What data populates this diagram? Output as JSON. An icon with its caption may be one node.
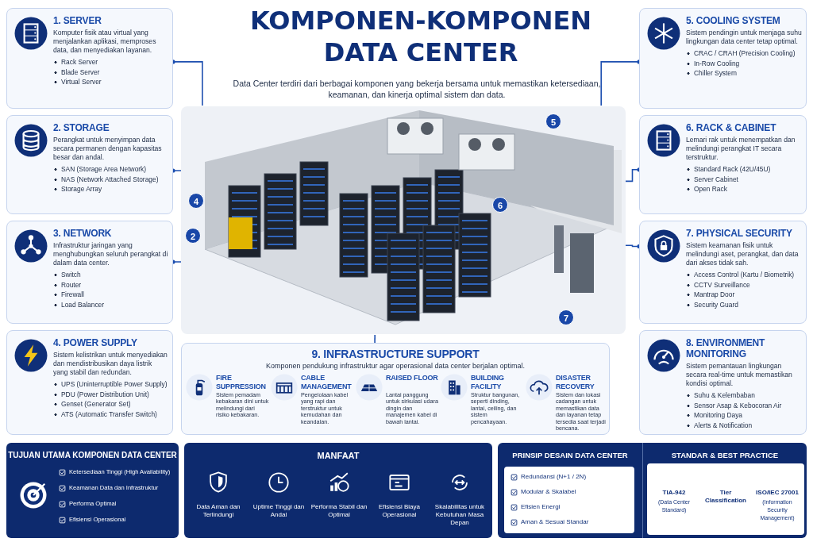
{
  "diagram": {
    "title": "KOMPONEN-KOMPONEN DATA CENTER",
    "nodes": [
      {
        "text": [
          "1. SERVER",
          "Komputer fisik atau virtual yang menjalankan aplikasi, memproses data, dan menyediakan layanan.",
          "Rack Server",
          "Blade Server",
          "Virtual Server"
        ]
      },
      {
        "text": [
          "2. STORAGE",
          "Perangkat untuk menyimpan data secara permanen dengan kapasitas besar dan andal.",
          "SAN (Storage Area Network)",
          "NAS (Network Attached Storage)",
          "Storage Array"
        ]
      },
      {
        "text": [
          "3. NETWORK",
          "Infrastruktur jaringan yang menghubungkan seluruh perangkat di dalam data center.",
          "Switch",
          "Router",
          "Firewall",
          "Load Balancer"
        ]
      },
      {
        "text": [
          "4. POWER SUPPLY",
          "Sistem kelistrikan untuk menyediakan dan mendistribusikan daya listrik yang stabil dan redundan.",
          "UPS (Uninterruptible Power Supply)",
          "PDU (Power Distribution Unit)",
          "Genset (Generator Set)",
          "ATS (Automatic Transfer Switch)"
        ]
      },
      {
        "text": [
          "5. COOLING SYSTEM",
          "Sistem pendingin untuk menjaga suhu lingkungan data center tetap optimal.",
          "CRAC / CRAH (Precision Cooling)",
          "In-Row Cooling",
          "Chiller System"
        ]
      },
      {
        "text": [
          "6. RACK & CABINET",
          "Lemari rak untuk menempatkan dan melindungi perangkat IT secara terstruktur.",
          "Standard Rack (42U/45U)",
          "Server Cabinet",
          "Open Rack"
        ]
      },
      {
        "text": [
          "7. PHYSICAL SECURITY",
          "Sistem keamanan fisik untuk melindungi aset, perangkat, dan data dari akses tidak sah.",
          "Access Control (Kartu / Biometrik)",
          "CCTV Surveillance",
          "Mantrap Door",
          "Security Guard"
        ]
      },
      {
        "text": [
          "8. ENVIRONMENT MONITORING",
          "Sistem pemantauan lingkungan secara real-time untuk memastikan kondisi optimal.",
          "Suhu & Kelembaban",
          "Sensor Asap & Kebocoran Air",
          "Monitoring Daya",
          "Alerts & Notification"
        ]
      },
      {
        "text": [
          "9. INFRASTRUCTURE SUPPORT",
          "Komponen pendukung infrastruktur agar operasional data center berjalan optimal."
        ]
      },
      {
        "text": [
          "FIRE SUPPRESSION",
          "Sistem pemadam kebakaran dini untuk melindungi dari risiko kebakaran."
        ],
        "in": 8
      },
      {
        "text": [
          "CABLE MANAGEMENT",
          "Pengelolaan kabel yang rapi dan terstruktur untuk kemudahan dan keandalan."
        ],
        "in": 8
      },
      {
        "text": [
          "RAISED FLOOR",
          "Lantai panggung untuk sirkulasi udara dingin dan manajemen kabel di bawah lantai."
        ],
        "in": 8
      },
      {
        "text": [
          "BUILDING FACILITY",
          "Struktur bangunan, seperti dinding, lantai, ceiling, dan sistem pencahayaan."
        ],
        "in": 8
      },
      {
        "text": [
          "DISASTER RECOVERY",
          "Sistem dan lokasi cadangan untuk memastikan data dan layanan tetap tersedia saat terjadi bencana."
        ],
        "in": 8
      },
      {
        "text": [],
        "shape": "picture"
      },
      {
        "text": [
          "4"
        ],
        "in": 14
      },
      {
        "text": [
          "2"
        ],
        "in": 14
      },
      {
        "text": [
          "5"
        ],
        "in": 14
      },
      {
        "text": [
          "6"
        ],
        "in": 14
      },
      {
        "text": [
          "7"
        ],
        "in": 14
      },
      {
        "text": [
          "TUJUAN UTAMA KOMPONEN DATA CENTER",
          "Ketersediaan Tinggi (High Availability)",
          "Keamanan Data dan Infrastruktur",
          "Performa Optimal",
          "Efisiensi Operasional"
        ]
      },
      {
        "text": [
          "MANFAAT"
        ]
      },
      {
        "text": [
          "Data Aman dan Terlindungi"
        ],
        "in": 21
      },
      {
        "text": [
          "Uptime Tinggi dan Andal"
        ],
        "in": 21
      },
      {
        "text": [
          "Performa Stabil dan Optimal"
        ],
        "in": 21
      },
      {
        "text": [
          "Efisiensi Biaya Operasional"
        ],
        "in": 21
      },
      {
        "text": [
          "Skalabilitas untuk Kebutuhan Masa Depan"
        ],
        "in": 21
      },
      {
        "text": [
          "PRINSIP DESAIN DATA CENTER",
          "Redundansi (N+1 / 2N)",
          "Modular & Skalabel",
          "Efisien Energi",
          "Aman & Sesuai Standar"
        ]
      },
      {
        "text": [
          "STANDAR & BEST PRACTICE"
        ]
      },
      {
        "text": [
          "TIA-942",
          "(Data Center Standard)"
        ],
        "in": 28
      },
      {
        "text": [
          "Tier Classification"
        ],
        "in": 28
      },
      {
        "text": [
          "ISO/IEC 27001",
          "(Information Security Management)"
        ],
        "in": 28
      }
    ],
    "edges": [
      {
        "from": 0,
        "to": 14,
        "arrow": "other"
      },
      {
        "from": 1,
        "to": 15,
        "arrow": "other"
      },
      {
        "from": 2,
        "to": 16,
        "arrow": "other"
      },
      {
        "from": 4,
        "to": 14,
        "arrow": "other"
      },
      {
        "from": 5,
        "to": 14,
        "arrow": "other"
      },
      {
        "from": 6,
        "to": 14,
        "arrow": "other"
      },
      {
        "from": 8,
        "to": 14,
        "arrow": "none"
      }
    ],
    "labels": [
      "Data Center terdiri dari berbagai komponen yang bekerja bersama untuk memastikan ketersediaan, keamanan, dan kinerja optimal sistem dan data."
    ]
  }
}
